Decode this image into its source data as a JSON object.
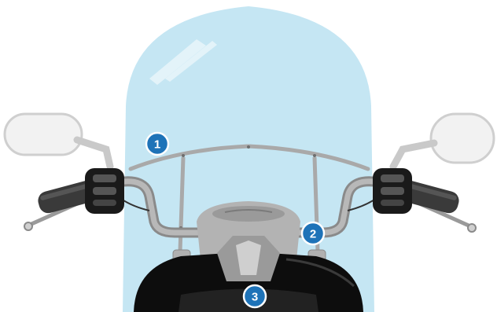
{
  "callouts": [
    {
      "label": "1"
    },
    {
      "label": "2"
    },
    {
      "label": "3"
    }
  ],
  "colors": {
    "windshield": "#c5e6f3",
    "windshield_highlight": "#e6f4fa",
    "bar": "#a9a9a9",
    "bar_dark": "#7c7c7c",
    "mirror_fill": "#f2f2f2",
    "mirror_stroke": "#cfcfcf",
    "grip": "#3a3a3a",
    "body": "#0d0d0d",
    "gauge": "#b3b3b3",
    "callout": "#1e73b8"
  },
  "icons": {
    "mirror_left": "mirror-icon",
    "mirror_right": "mirror-icon",
    "control_switch": "switch-housing-icon"
  }
}
